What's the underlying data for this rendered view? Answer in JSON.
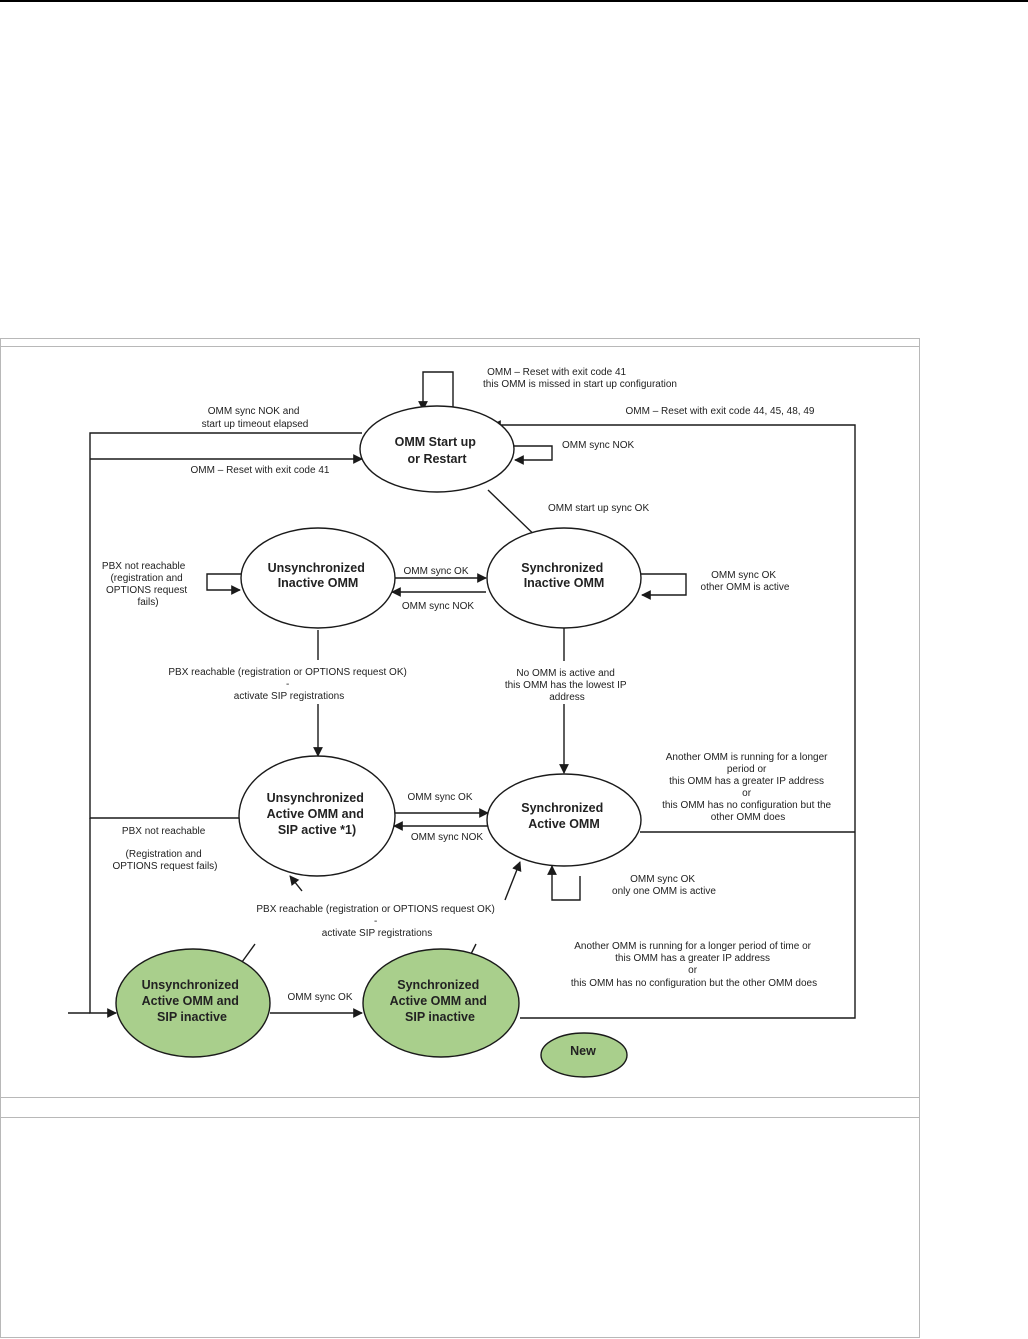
{
  "states": {
    "start": [
      "OMM Start up",
      "or Restart"
    ],
    "unsync_inactive": [
      "Unsynchronized",
      "Inactive OMM"
    ],
    "sync_inactive": [
      "Synchronized",
      "Inactive OMM"
    ],
    "unsync_active_sip": [
      "Unsynchronized",
      "Active OMM and",
      "SIP active *1)"
    ],
    "sync_active": [
      "Synchronized",
      "Active OMM"
    ],
    "unsync_active_sip_inactive": [
      "Unsynchronized",
      "Active OMM and",
      "SIP inactive"
    ],
    "sync_active_sip_inactive": [
      "Synchronized",
      "Active OMM and",
      "SIP inactive"
    ],
    "legend_new": "New"
  },
  "labels": {
    "reset41_self": [
      "OMM – Reset with exit code 41",
      "this OMM is missed in start up configuration"
    ],
    "sync_nok_timeout": [
      "OMM sync NOK and",
      "start up timeout elapsed"
    ],
    "reset_codes": "OMM – Reset with exit code 44, 45, 48, 49",
    "start_sync_nok": "OMM sync NOK",
    "reset41": "OMM – Reset with exit code 41",
    "start_sync_ok": "OMM start up sync OK",
    "pbx_not_reachable_1": [
      "PBX not reachable",
      "(registration and",
      "OPTIONS request",
      "fails)"
    ],
    "sync_ok_1": "OMM sync OK",
    "sync_nok_1": "OMM sync NOK",
    "sync_ok_other_active": [
      "OMM sync OK",
      "other OMM is active"
    ],
    "pbx_reachable_1": [
      "PBX reachable (registration or OPTIONS request OK)",
      "-",
      "activate SIP registrations"
    ],
    "no_omm_active": [
      "No OMM is active and",
      "this OMM has the lowest IP",
      "address"
    ],
    "another_longer_1": [
      "Another OMM is running for a longer",
      "period or",
      "this OMM has a greater IP address",
      "or",
      "this OMM has no configuration but the",
      "other OMM does"
    ],
    "sync_ok_2": "OMM sync OK",
    "sync_nok_2": "OMM sync NOK",
    "pbx_not_reachable_2": [
      "PBX not reachable",
      "",
      "(Registration and",
      "OPTIONS request fails)"
    ],
    "sync_ok_only_one": [
      "OMM sync OK",
      "only one OMM is active"
    ],
    "pbx_reachable_2": [
      "PBX reachable (registration or OPTIONS request OK)",
      "-",
      "activate SIP registrations"
    ],
    "another_longer_2": [
      "Another OMM is running for a longer period of time or",
      "this OMM has a greater IP address",
      "or",
      "this OMM has no configuration but the other OMM does"
    ],
    "sync_ok_bottom": "OMM sync OK"
  },
  "colors": {
    "new_fill": "#a9cf8c",
    "line": "#1a1a1a",
    "frame": "#b8b8b8"
  }
}
